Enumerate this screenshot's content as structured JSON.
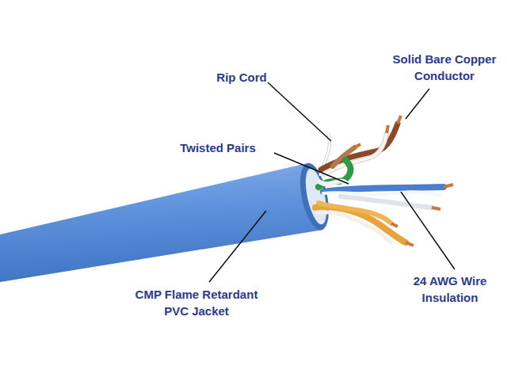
{
  "diagram": {
    "labels": [
      "Rip Cord",
      "Solid Bare Copper Conductor",
      "Twisted Pairs",
      "CMP Flame Retardant PVC Jacket",
      "24 AWG Wire Insulation"
    ]
  }
}
